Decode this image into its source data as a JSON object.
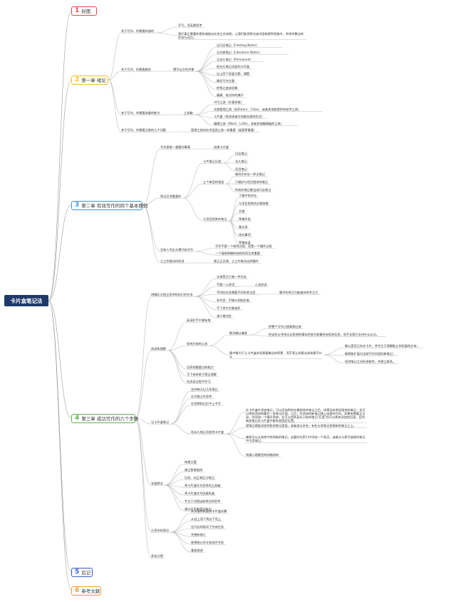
{
  "root": "卡片盒笔记法",
  "chapters": [
    {
      "num": "1",
      "label": "封面"
    },
    {
      "num": "2",
      "label": "第一章 绪论"
    },
    {
      "num": "3",
      "label": "第二章 有效写作的四个基本原则"
    },
    {
      "num": "4",
      "label": "第三章 成功写作的六个步骤"
    },
    {
      "num": "5",
      "label": "后记"
    },
    {
      "num": "6",
      "label": "参考文献"
    }
  ],
  "ch2": {
    "b1": {
      "label": "关于写作，你需要知道的",
      "items": [
        "开写，而无需思考",
        "我们真正需要的是机械般自在的工作流程，让我们能把想法或内容梳理到思路中，并保持整洁的形态与动力。"
      ]
    },
    "b2": {
      "label": "关于写作，你需要做的",
      "sub": "撰写论文的步骤",
      "items": [
        "记闪念笔记［Fleeting Notes］",
        "记文献笔记［Literature Notes］",
        "记永久笔记［Permanent",
        "把永久笔记添加到卡片盒",
        "自上而下发展主题、课题",
        "确定写作主题",
        "把笔记变成初稿",
        "编辑、校对你的稿子"
      ]
    },
    "b3": {
      "label": "关于写作，你需要具备的能力",
      "sub": "工具箱",
      "items": [
        "书写工具（任意纸笔）",
        "文献管理工具（如Zotero、Citavi，或者其他能提供的软件工具）",
        "卡片盒（纸质或者任何能存储的形式）",
        "编辑工具（Word、LaTex，或者其他编辑器的工具）"
      ]
    },
    "b4": {
      "label": "关于写作，你需要注意的几个问题",
      "items": [
        "管理工具的技术层面工具一样重要（留意更重要）"
      ]
    }
  },
  "ch3": {
    "b1": {
      "label": "写作是唯一重要的事情",
      "items": [
        "创建卡片盒"
      ]
    },
    "b2": {
      "label": "简洁至关重要的",
      "g1": {
        "label": "卡片笔记分类",
        "items": [
          "闪念笔记",
          "永久笔记",
          "项目笔记"
        ]
      },
      "g2": {
        "label": "三个典型的错误",
        "items": [
          "像科学杂志一样记笔记",
          "只摘抄与项目相关的笔记",
          "所有的笔记都当成闪念笔记"
        ]
      },
      "g3": {
        "label": "与项目相关的笔记",
        "items": [
          "下载中的评论",
          "与项目相关的文献收集",
          "大纲",
          "草稿片段",
          "备忘录",
          "待办事项",
          "草稿本身"
        ]
      }
    },
    "b3": {
      "label": "没有人完全从零开始写作",
      "items": [
        "写作不是一个线性过程，而是一个循环过程",
        "一个清晰明确的结构利用至关重要"
      ]
    },
    "b4": {
      "label": "让工作推动你前进",
      "items": [
        "建立正反馈，让工作推动自然循环"
      ]
    }
  },
  "ch4": {
    "b1": {
      "label": "明确区分独立思考和执行的任务",
      "items": [
        "全神贯注于做一件任务",
        "不要一心多用",
        "不同的任务需要不同的关注度",
        "有专家、不做计划制定者",
        "写下来为大脑减负",
        "减少做决定"
      ],
      "sub1": "心流状态",
      "sub2": "集中的关注力能维持的专注力"
    },
    "b2": {
      "label": "阅读和理解",
      "items": [
        "阅读时手中要有笔",
        "保持开放的心态",
        "培养把握要点的能力",
        "写下来有助于理正理解",
        "在阅读过程中学习"
      ],
      "g1": {
        "label": "解决确认偏差",
        "items": [
          "把整个写作过程颠倒过来",
          "把这些从寻找论证思想的事实转变为收集所有相关信息，而不去管它支持什么论点。"
        ]
      },
      "g2": {
        "label": "集中精力于让卡片盒实现那簇概念的积累，而不是让刻意去具体要写什么",
        "items": [
          "确认是否已存在卡片，并专注于理解能让你拓展的文本；",
          "确保能扩展对当前写作内容的新笔记；",
          "找到笔记之间的关联性，并建立联系。"
        ]
      }
    },
    "b3": {
      "label": "记卡片盒笔记",
      "items": [
        "坚持每天记几条笔记",
        "在大脑之外思考",
        "在思想和记忆中上书写"
      ],
      "g1": {
        "label": "给永久笔记添加到卡片盒",
        "items": [
          "在卡片盒中添加笔记，可以添加到你在最相关的笔记之后，如果没有明显相关的笔记，也可以将其添加到最后一条笔记后面。之后，为添加的新笔记建上连接的号码，如果有需要正记录，则添加一个编号系统，在可以找到某位已有的笔记\"后面\"也可以将其添加到后面，因为每条笔记在卡片盒中都有其固定位置。",
          "就笔记建链添加到其他笔记里面，或者加以补充，有些与其笔记关联新的笔记之上。",
          "确保可以从其他中找到新的笔记，必要时在索引中添加一个条目，或者从与索引链接的笔记中引用笔记。",
          "构建心理模型的网格结构"
        ]
      }
    },
    "b4": {
      "label": "发展想法",
      "items": [
        "构建主题",
        "建立智能链接",
        "比较、纠正和区分笔记",
        "将卡片盒作为思考的工具箱",
        "将卡片盒作为创意机器",
        "专注于对提出新想法的思考",
        "通过运用来提升能力"
      ]
    },
    "b5": {
      "label": "分享你的洞见",
      "items": [
        "从头脑到纸面到卡片盒风暴",
        "从自上而下到自下而上",
        "在闪念的驱动下完成任务",
        "完善和修订",
        "使得统计学计划成为专家",
        "重复修改"
      ]
    },
    "b6": {
      "label": "养成习惯",
      "items": []
    }
  }
}
